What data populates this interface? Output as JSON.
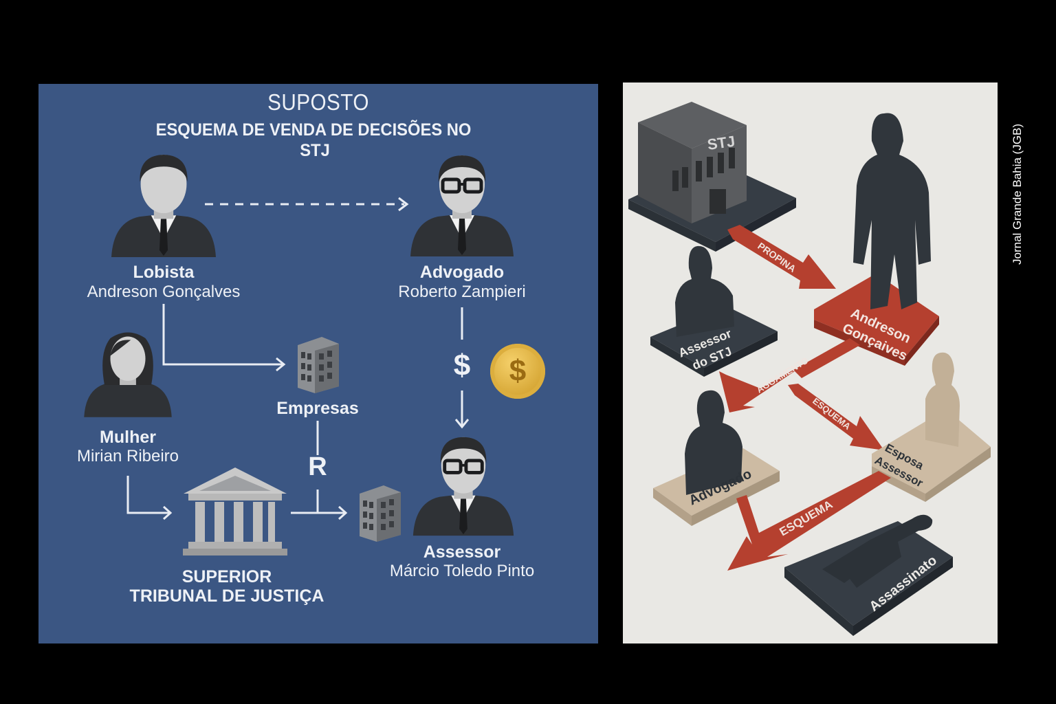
{
  "left_panel": {
    "title": "SUPOSTO",
    "subtitle_line1": "ESQUEMA DE VENDA DE DECISÕES NO",
    "subtitle_line2": "STJ",
    "nodes": {
      "lobista": {
        "role": "Lobista",
        "name": "Andreson Gonçalves"
      },
      "advogado": {
        "role": "Advogado",
        "name": "Roberto Zampieri"
      },
      "mulher": {
        "role": "Mulher",
        "name": "Mirian Ribeiro"
      },
      "empresas": {
        "role": "Empresas"
      },
      "tribunal": {
        "line1": "SUPERIOR",
        "line2": "TRIBUNAL DE JUSTIÇA"
      },
      "assessor": {
        "role": "Assessor",
        "name": "Márcio Toledo Pinto"
      }
    },
    "money_symbol": "$",
    "coin_symbol": "$",
    "r_label": "R",
    "colors": {
      "background": "#3b5683",
      "text": "#eef1f6"
    }
  },
  "right_panel": {
    "building_label": "STJ",
    "figures": {
      "andreson": {
        "line1": "Andreson",
        "line2": "Gonçaives"
      },
      "assessor_stj": {
        "line1": "Assessor",
        "line2": "do STJ"
      },
      "esposa": {
        "line1": "Esposa",
        "line2": "Assessor"
      },
      "advogado": "Advogado",
      "assassinato": "Assassinato"
    },
    "arrows": {
      "propina": "PROPINA",
      "pagamento": "AGGAMENTO",
      "esquema_1": "ESQUEMA",
      "esquema_2": "ESQUEMA"
    },
    "colors": {
      "red": "#b5402f",
      "slate": "#3a4148",
      "tan": "#cdbba3",
      "background": "#e9e8e4"
    }
  },
  "credit": "Jornal Grande Bahia (JGB)"
}
